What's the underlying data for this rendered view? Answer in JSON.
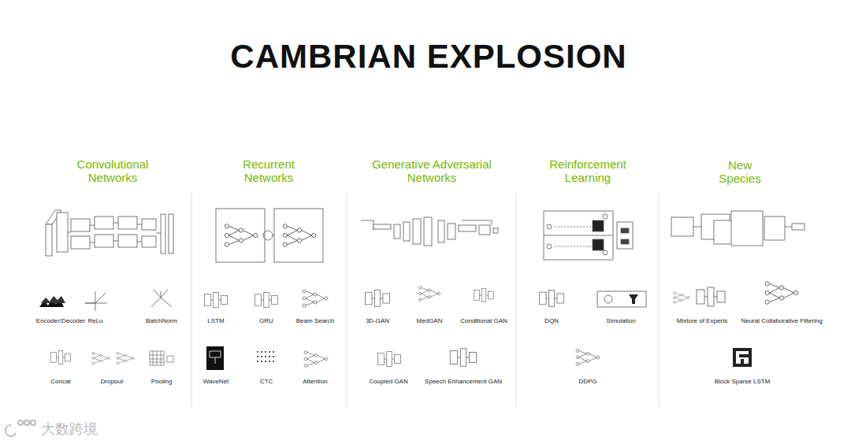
{
  "diagram": {
    "title": "CAMBRIAN EXPLOSION",
    "labels": [
      "Convolutional Networks",
      "Recurrent Networks",
      "Generative Adversarial Networks",
      "Reinforcement Learning",
      "New Species",
      "Encoder/Decoder",
      "ReLu",
      "BatchNorm",
      "Concat",
      "Dropout",
      "Pooling",
      "LSTM",
      "GRU",
      "Beam Search",
      "WaveNet",
      "CTC",
      "Attention",
      "3D-GAN",
      "MedGAN",
      "Conditional GAN",
      "Coupled GAN",
      "Speech Enhancement GAN",
      "DQN",
      "Simulation",
      "DDPG",
      "Mixture of Experts",
      "Neural Collaborative Filtering",
      "Block Sparse LSTM",
      "大数跨境"
    ]
  }
}
